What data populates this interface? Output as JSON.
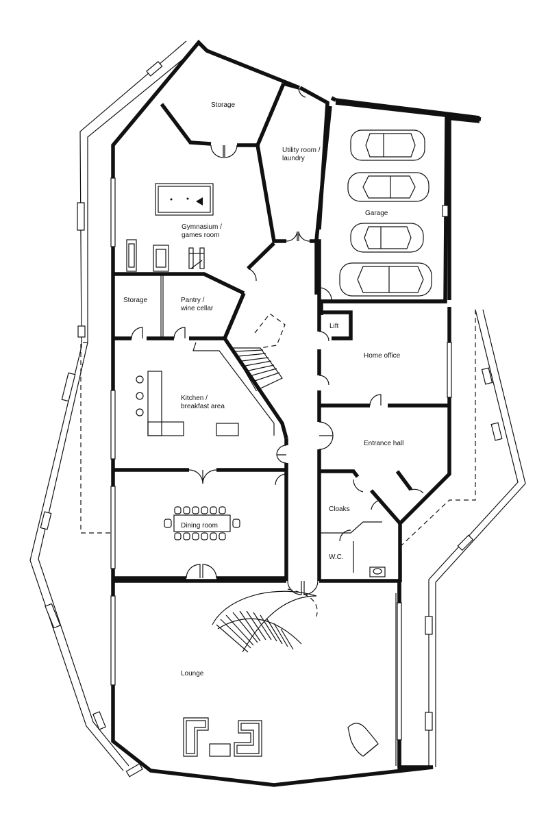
{
  "rooms": {
    "storage_top": "Storage",
    "utility_1": "Utility room /",
    "utility_2": "laundry",
    "garage": "Garage",
    "gym_1": "Gymnasium /",
    "gym_2": "games room",
    "storage_mid": "Storage",
    "pantry_1": "Pantry /",
    "pantry_2": "wine cellar",
    "lift": "Lift",
    "home_office": "Home office",
    "kitchen_1": "Kitchen /",
    "kitchen_2": "breakfast area",
    "entrance_hall": "Entrance hall",
    "cloaks": "Cloaks",
    "dining_room": "Dining room",
    "wc": "W.C.",
    "lounge": "Lounge"
  },
  "icons": [
    "pool-table-icon",
    "gym-equipment-icon",
    "car-icon",
    "dining-table-icon",
    "spiral-stair-icon",
    "straight-stair-icon",
    "sofa-icon",
    "piano-icon",
    "toilet-icon",
    "bar-stool-icon"
  ]
}
